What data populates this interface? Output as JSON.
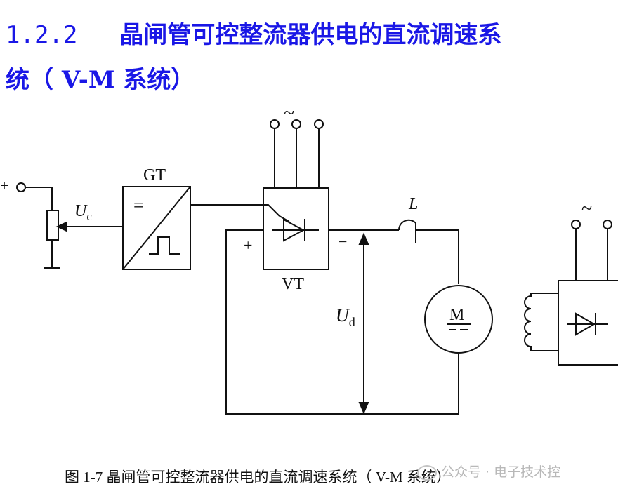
{
  "heading": {
    "number": "1.2.2",
    "title_line1": "晶闸管可控整流器供电的直流调速系",
    "title_line2": "统（ V-M 系统）"
  },
  "diagram": {
    "input_plus": "+",
    "gt_label": "GT",
    "gt_equal": "=",
    "uc_main": "U",
    "uc_sub": "c",
    "ac_tilde": "~",
    "vt_label": "VT",
    "vt_plus": "+",
    "vt_minus": "−",
    "inductor_label": "L",
    "ud_main": "U",
    "ud_sub": "d",
    "motor_label": "M",
    "right_ac_tilde": "~"
  },
  "caption": "图 1-7 晶闸管可控整流器供电的直流调速系统（ V-M 系统）",
  "watermark": "公众号 · 电子技术控"
}
